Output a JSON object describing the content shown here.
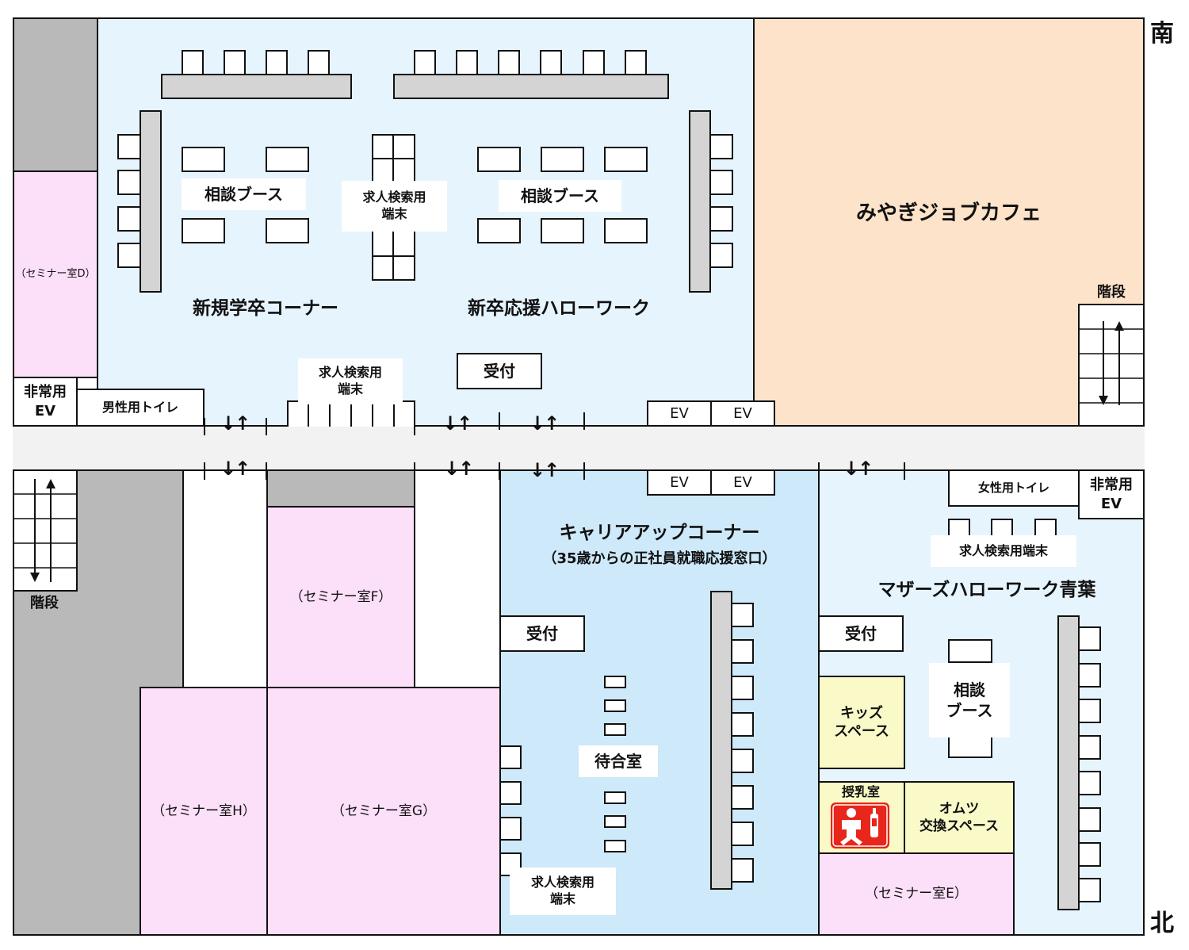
{
  "compass": {
    "south": "南",
    "north": "北"
  },
  "colors": {
    "light_blue": "#e6f4fd",
    "blue": "#cde9fa",
    "peach": "#fde3ca",
    "pink": "#fcdff9",
    "gray": "#b9b9b9",
    "yellow": "#fafac8",
    "red": "#e8261c",
    "corridor": "#f2f2f2"
  },
  "rooms": {
    "seminar_d": "（セミナー室D）",
    "seminar_e": "（セミナー室E）",
    "seminar_f": "（セミナー室F）",
    "seminar_g": "（セミナー室G）",
    "seminar_h": "（セミナー室H）",
    "job_cafe": "みやぎジョブカフェ",
    "new_grad_corner": "新規学卒コーナー",
    "new_grad_hellowork": "新卒応援ハローワーク",
    "career_up_corner": "キャリアアップコーナー",
    "career_up_sub": "（35歳からの正社員就職応援窓口）",
    "mothers_hellowork": "マザーズハローワーク青葉",
    "waiting_room": "待合室",
    "kids_space": "キッズ\nスペース",
    "nursing_room": "授乳室",
    "diaper_space": "オムツ\n交換スペース",
    "mens_toilet": "男性用トイレ",
    "womens_toilet": "女性用トイレ",
    "emergency_ev_left": "非常用\nEV",
    "emergency_ev_right": "非常用\nEV",
    "stairs_left": "階段",
    "stairs_right": "階段"
  },
  "labels": {
    "consult_booth_left": "相談ブース",
    "consult_booth_center": "相談ブース",
    "consult_booth_mothers": "相談\nブース",
    "terminal_top": "求人検索用\n端末",
    "terminal_corridor": "求人検索用\n端末",
    "terminal_career": "求人検索用\n端末",
    "terminal_mothers": "求人検索用端末",
    "reception_top": "受付",
    "reception_career": "受付",
    "reception_mothers": "受付",
    "ev": "EV"
  }
}
